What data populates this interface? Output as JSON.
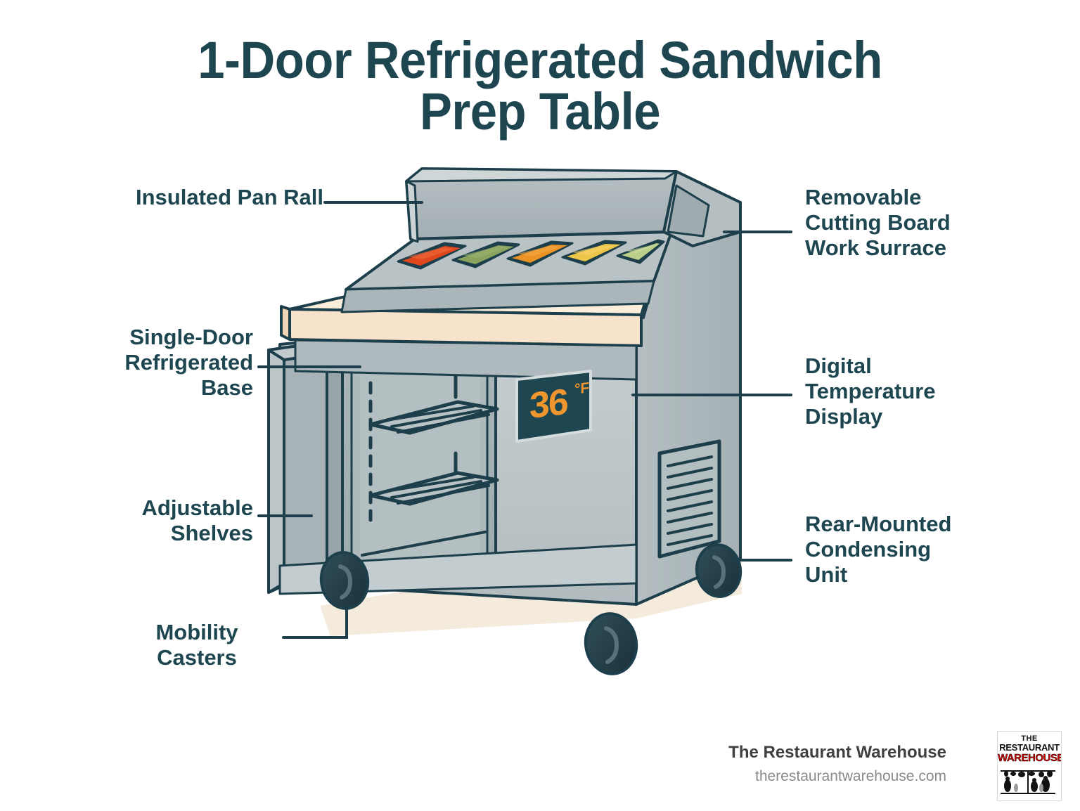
{
  "page": {
    "background_color": "#ffffff",
    "accent_color": "#1d4650",
    "title": "1-Door Refrigerated Sandwich\nPrep Table"
  },
  "callouts": [
    {
      "id": "insulated-pan-rail",
      "label": "Insulated Pan Rall",
      "align": "right",
      "position": "left-top"
    },
    {
      "id": "removable-cutting-board",
      "label": "Removable\nCutting Board\nWork Surrace",
      "align": "left",
      "position": "right-top"
    },
    {
      "id": "single-door-refrigerated-base",
      "label": "Single-Door\nRefrigerated\nBase",
      "align": "right",
      "position": "left-middle"
    },
    {
      "id": "digital-temperature-display",
      "label": "Digital\nTemperature\nDisplay",
      "align": "left",
      "position": "right-middle"
    },
    {
      "id": "adjustable-shelves",
      "label": "Adjustable\nShelves",
      "align": "right",
      "position": "left-lower"
    },
    {
      "id": "rear-mounted-condensing-unit",
      "label": "Rear-Mounted\nCondensing\nUnit",
      "align": "left",
      "position": "right-lower"
    },
    {
      "id": "mobility-casters",
      "label": "Mobility\nCasters",
      "align": "center",
      "position": "left-bottom"
    }
  ],
  "display": {
    "value": "36",
    "unit": "°F",
    "screen_color": "#1d4650",
    "digit_color": "#f0962e"
  },
  "pans": [
    {
      "name": "pan-1",
      "color": "#e1471c",
      "highlight": "#ef6a3e"
    },
    {
      "name": "pan-2",
      "color": "#8aa35e",
      "highlight": "#9cb372"
    },
    {
      "name": "pan-3",
      "color": "#eb9324",
      "highlight": "#f3a944"
    },
    {
      "name": "pan-4",
      "color": "#edc548",
      "highlight": "#f3d26c"
    },
    {
      "name": "pan-5",
      "color": "#bcd08a",
      "highlight": "#cbdb9f"
    }
  ],
  "illustration": {
    "body_color": "#b9c2c4",
    "body_shade": "#9aa7ab",
    "body_light": "#c9d0d2",
    "outline_color": "#1d3f4c",
    "cutting_board_color": "#f7e3cb",
    "cutting_board_edge": "#efd5b6",
    "caster_color": "#2c4852",
    "floor_shadow_color": "#f4ebdd",
    "shelf_count": 2,
    "louver_count": 8,
    "caster_count": 3
  },
  "footer": {
    "brand": "The Restaurant Warehouse",
    "url": "therestaurantwarehouse.com",
    "logo": {
      "line1": "THE",
      "line2": "RESTAURANT",
      "line3": "WAREHOUSE"
    }
  }
}
